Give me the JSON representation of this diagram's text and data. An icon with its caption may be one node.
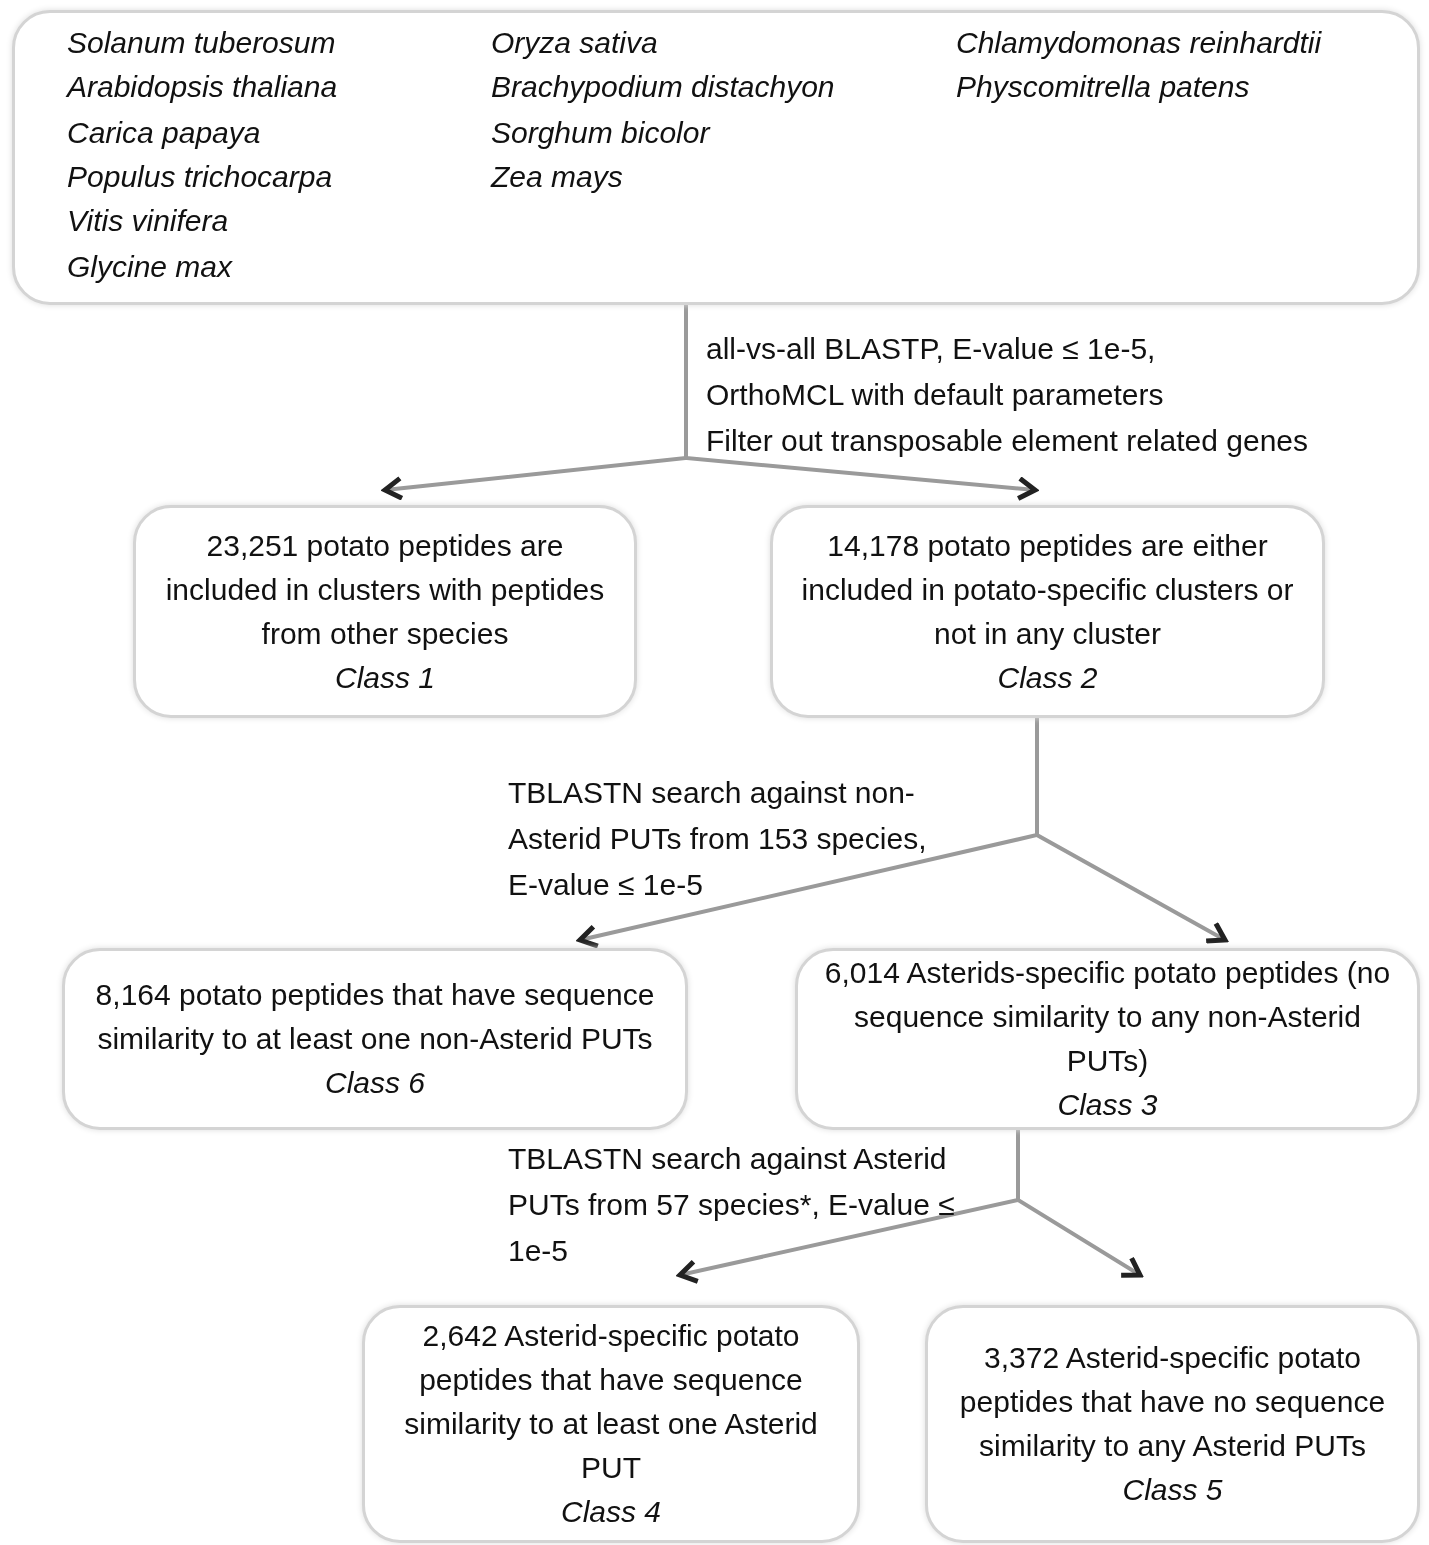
{
  "diagram": {
    "nodes": [
      {
        "text": [
          "Solanum tuberosum",
          "Arabidopsis thaliana",
          "Carica papaya",
          "Populus trichocarpa",
          "Vitis vinifera",
          "Glycine max",
          "Oryza sativa",
          "Brachypodium distachyon",
          "Sorghum bicolor",
          "Zea mays",
          "Chlamydomonas reinhardtii",
          "Physcomitrella patens"
        ]
      },
      {
        "text": [
          "23,251 potato peptides are included in clusters with peptides from other species",
          "Class 1"
        ]
      },
      {
        "text": [
          "14,178 potato peptides are either included in potato-specific clusters or not in any cluster",
          "Class 2"
        ]
      },
      {
        "text": [
          "8,164 potato peptides that have sequence similarity to at least one non-Asterid PUTs",
          "Class 6"
        ]
      },
      {
        "text": [
          "6,014 Asterids-specific potato peptides (no sequence similarity to any non-Asterid PUTs)",
          "Class 3"
        ]
      },
      {
        "text": [
          "2,642 Asterid-specific potato peptides that have sequence similarity to at least one Asterid PUT",
          "Class 4"
        ]
      },
      {
        "text": [
          "3,372 Asterid-specific potato peptides that have no sequence similarity to any Asterid PUTs",
          "Class 5"
        ]
      }
    ],
    "edges": [
      {
        "from": 0,
        "to": 1,
        "arrow": "to"
      },
      {
        "from": 0,
        "to": 2,
        "arrow": "to"
      },
      {
        "from": 2,
        "to": 3,
        "arrow": "to",
        "label": "TBLASTN search against non-Asterid PUTs from 153 species, E-value ≤ 1e-5"
      },
      {
        "from": 2,
        "to": 4,
        "arrow": "to"
      },
      {
        "from": 4,
        "to": 5,
        "arrow": "to",
        "label": "TBLASTN search against Asterid PUTs from 57 species*, E-value ≤ 1e-5"
      },
      {
        "from": 4,
        "to": 6,
        "arrow": "to"
      }
    ],
    "labels": [
      "all-vs-all BLASTP, E-value ≤ 1e-5,",
      "OrthoMCL with default parameters",
      "Filter out transposable element related genes"
    ]
  }
}
